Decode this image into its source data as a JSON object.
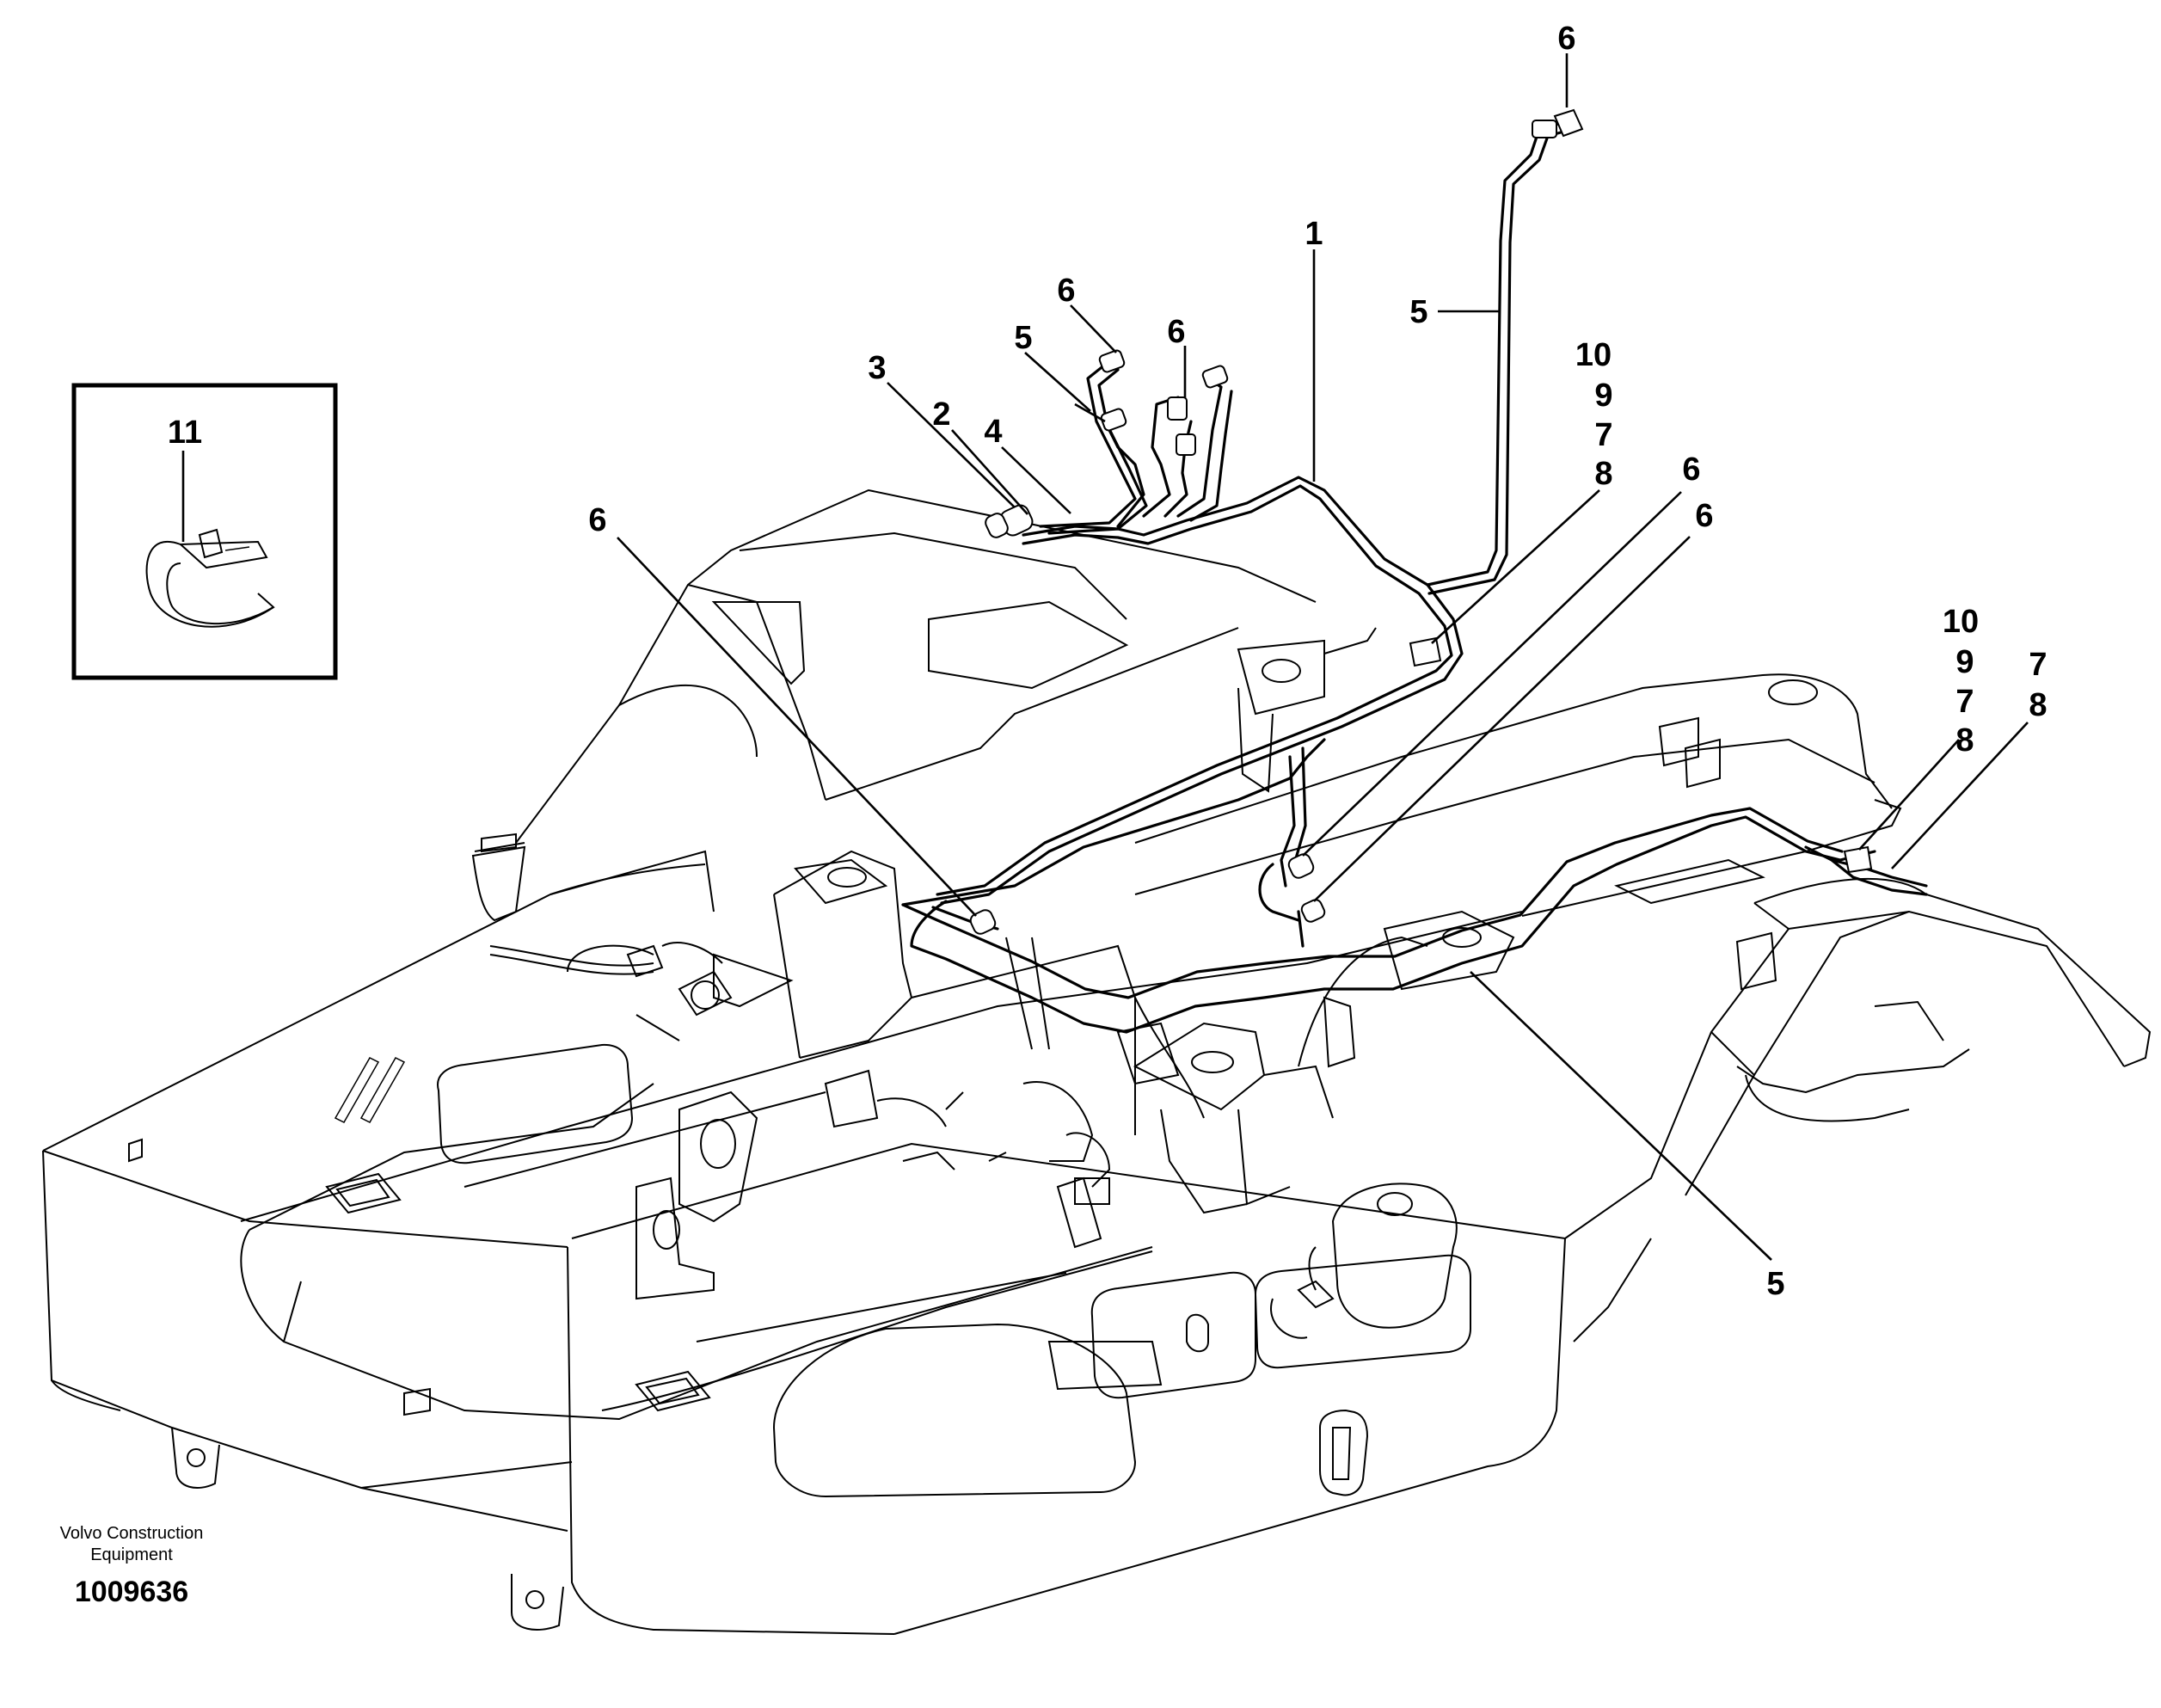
{
  "diagram": {
    "callouts": [
      {
        "id": "c6-top",
        "label": "6"
      },
      {
        "id": "c1",
        "label": "1"
      },
      {
        "id": "c5-right",
        "label": "5"
      },
      {
        "id": "c6-a",
        "label": "6"
      },
      {
        "id": "c5-a",
        "label": "5"
      },
      {
        "id": "c6-b",
        "label": "6"
      },
      {
        "id": "c3",
        "label": "3"
      },
      {
        "id": "c2",
        "label": "2"
      },
      {
        "id": "c4",
        "label": "4"
      },
      {
        "id": "c10-a",
        "label": "10"
      },
      {
        "id": "c9-a",
        "label": "9"
      },
      {
        "id": "c7-a",
        "label": "7"
      },
      {
        "id": "c8-a",
        "label": "8"
      },
      {
        "id": "c6-c",
        "label": "6"
      },
      {
        "id": "c6-d",
        "label": "6"
      },
      {
        "id": "c6-left",
        "label": "6"
      },
      {
        "id": "c11",
        "label": "11"
      },
      {
        "id": "c10-b",
        "label": "10"
      },
      {
        "id": "c9-b",
        "label": "9"
      },
      {
        "id": "c7-b",
        "label": "7"
      },
      {
        "id": "c8-b",
        "label": "8"
      },
      {
        "id": "c7-c",
        "label": "7"
      },
      {
        "id": "c8-c",
        "label": "8"
      },
      {
        "id": "c5-bottom",
        "label": "5"
      }
    ],
    "brand_line1": "Volvo Construction",
    "brand_line2": "Equipment",
    "drawing_number": "1009636"
  }
}
